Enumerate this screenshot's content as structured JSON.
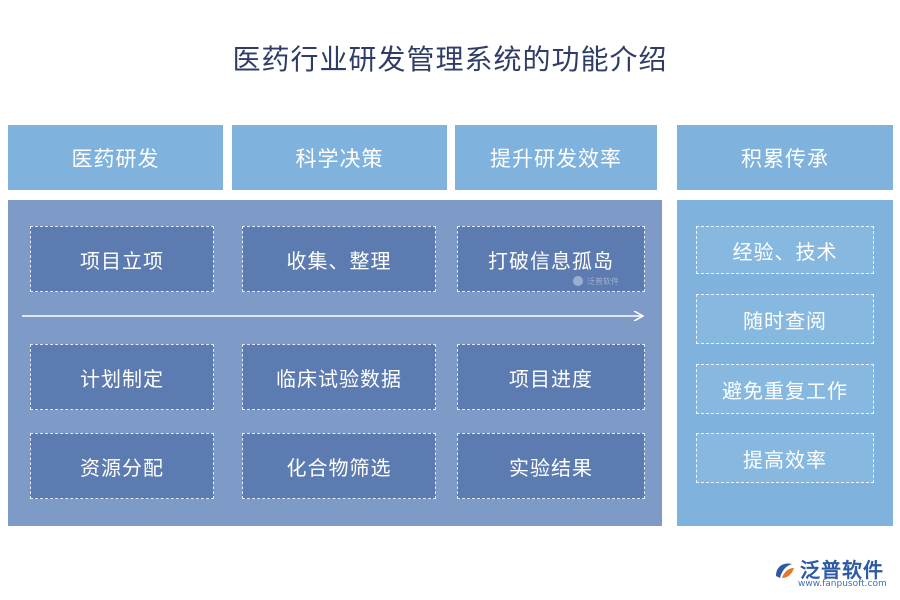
{
  "title": "医药行业研发管理系统的功能介绍",
  "headers": [
    "医药研发",
    "科学决策",
    "提升研发效率",
    "积累传承"
  ],
  "left_boxes": {
    "row1": [
      "项目立项",
      "收集、整理",
      "打破信息孤岛"
    ],
    "row2": [
      "计划制定",
      "临床试验数据",
      "项目进度"
    ],
    "row3": [
      "资源分配",
      "化合物筛选",
      "实验结果"
    ]
  },
  "right_boxes": [
    "经验、技术",
    "随时查阅",
    "避免重复工作",
    "提高效率"
  ],
  "watermark": "泛普软件",
  "logo": {
    "name": "泛普软件",
    "url": "www.fanpusoft.com"
  },
  "colors": {
    "title": "#2f3d66",
    "header_bg": "#7fb3dd",
    "left_panel_bg": "#7e9ac6",
    "left_box_bg": "#5c7bb0",
    "right_panel_bg": "#7fb3dd",
    "right_box_bg": "#86b8e0",
    "logo": "#2d59a5",
    "logo_accent": "#e8762c"
  },
  "icons": {
    "logo_mark": "fanpu-logo-icon",
    "arrow": "right-arrow-icon"
  }
}
